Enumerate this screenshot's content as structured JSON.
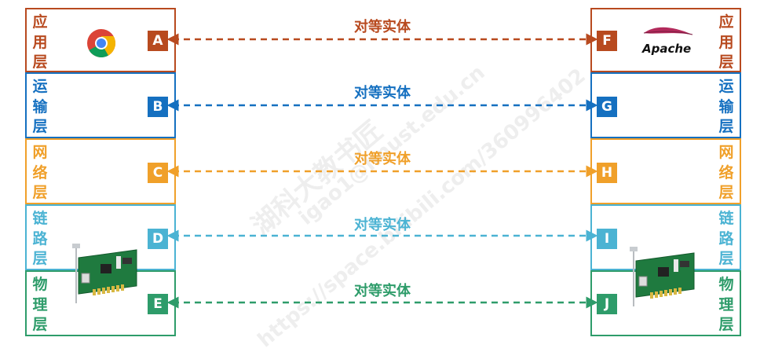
{
  "layers": [
    {
      "key": "app",
      "name": "应\n用\n层",
      "tag_left": "A",
      "tag_right": "F",
      "color": "#B84A1F",
      "label": "对等实体"
    },
    {
      "key": "transport",
      "name": "运\n输\n层",
      "tag_left": "B",
      "tag_right": "G",
      "color": "#1570C0",
      "label": "对等实体"
    },
    {
      "key": "network",
      "name": "网\n络\n层",
      "tag_left": "C",
      "tag_right": "H",
      "color": "#F0A02A",
      "label": "对等实体"
    },
    {
      "key": "link",
      "name": "链\n路\n层",
      "tag_left": "D",
      "tag_right": "I",
      "color": "#4BB3D3",
      "label": "对等实体"
    },
    {
      "key": "physical",
      "name": "物\n理\n层",
      "tag_left": "E",
      "tag_right": "J",
      "color": "#2E9C6A",
      "label": "对等实体"
    }
  ],
  "apache_text": "Apache",
  "watermark": [
    "湖科大教书匠",
    "https://space.bilibili.com/360996402",
    "igao1@hnust.edu.cn"
  ],
  "icons": {
    "chrome": "chrome-logo-icon",
    "apache": "apache-feather-icon",
    "nic": "network-card-icon"
  }
}
